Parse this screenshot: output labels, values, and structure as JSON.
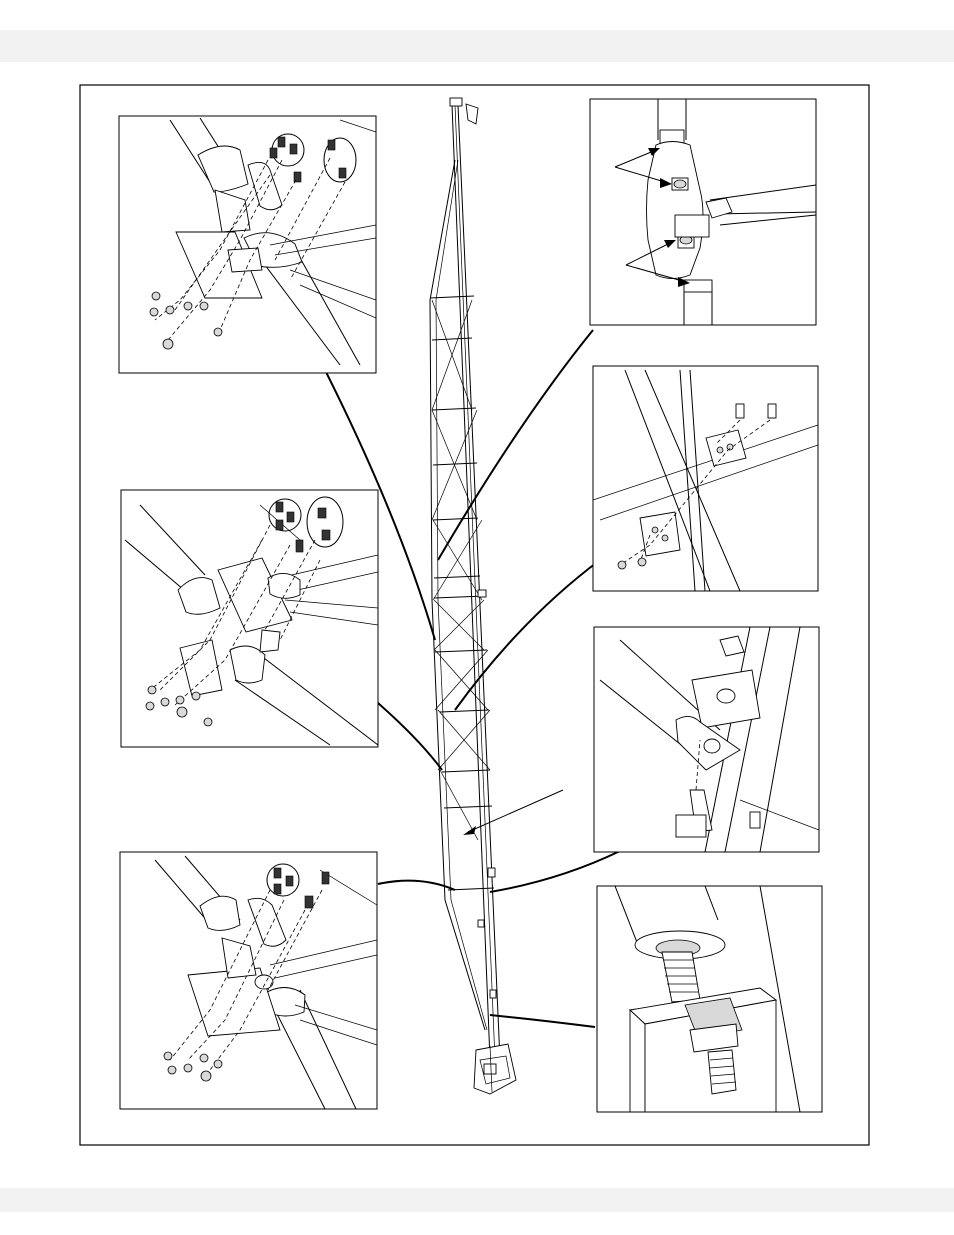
{
  "page": {
    "figure_name": "",
    "background": "#ffffff",
    "band_color": "#f2f2f2"
  },
  "detail_views": [
    {
      "id": "tower-top-joint-left"
    },
    {
      "id": "span-joint-mid-left"
    },
    {
      "id": "span-joint-lower-left"
    },
    {
      "id": "coupler-arrows-right"
    },
    {
      "id": "brace-clamp-right"
    },
    {
      "id": "anchor-plate-right"
    },
    {
      "id": "threaded-rod-right"
    }
  ]
}
